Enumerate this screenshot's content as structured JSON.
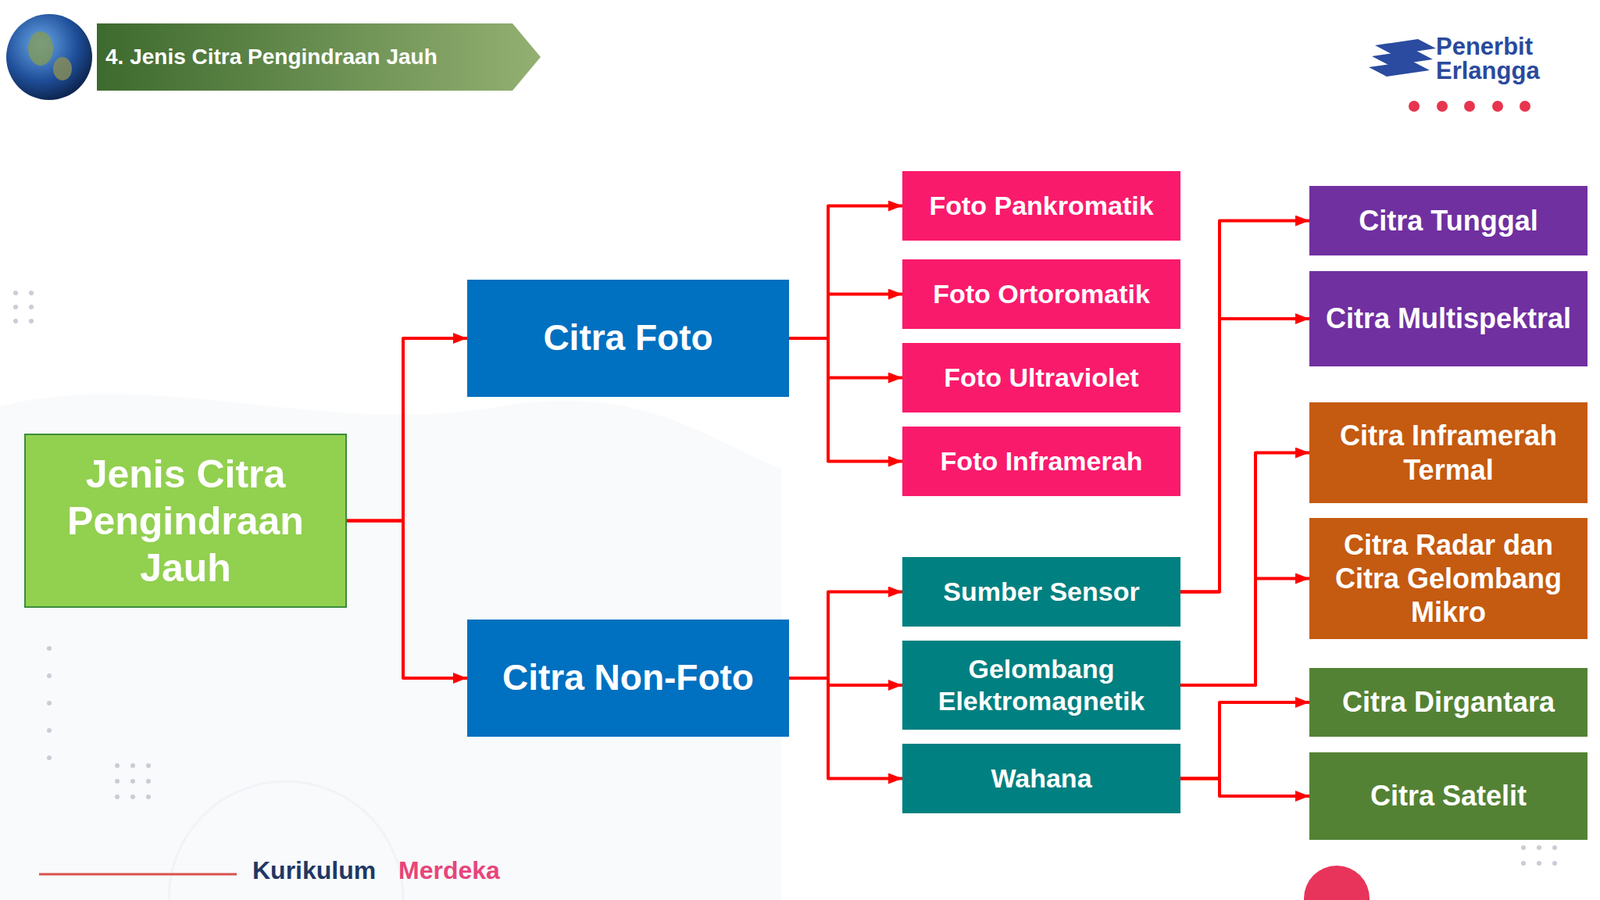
{
  "diagram": {
    "title": "4. Jenis Citra Pengindraan Jauh",
    "nodes": [
      {
        "text": [
          "Jenis Citra Pengindraan Jauh"
        ]
      },
      {
        "text": [
          "Citra Foto"
        ]
      },
      {
        "text": [
          "Citra Non-Foto"
        ]
      },
      {
        "text": [
          "Foto Pankromatik"
        ]
      },
      {
        "text": [
          "Foto Ortoromatik"
        ]
      },
      {
        "text": [
          "Foto Ultraviolet"
        ]
      },
      {
        "text": [
          "Foto Inframerah"
        ]
      },
      {
        "text": [
          "Sumber Sensor"
        ]
      },
      {
        "text": [
          "Gelombang Elektromagnetik"
        ]
      },
      {
        "text": [
          "Wahana"
        ]
      },
      {
        "text": [
          "Citra Tunggal"
        ]
      },
      {
        "text": [
          "Citra Multispektral"
        ]
      },
      {
        "text": [
          "Citra Inframerah Termal"
        ]
      },
      {
        "text": [
          "Citra Radar dan Citra Gelombang Mikro"
        ]
      },
      {
        "text": [
          "Citra Dirgantara"
        ]
      },
      {
        "text": [
          "Citra Satelit"
        ]
      }
    ],
    "edges": [
      {
        "from": 0,
        "to": 1,
        "arrow": "to"
      },
      {
        "from": 0,
        "to": 2,
        "arrow": "to"
      },
      {
        "from": 1,
        "to": 3,
        "arrow": "to"
      },
      {
        "from": 1,
        "to": 4,
        "arrow": "to"
      },
      {
        "from": 1,
        "to": 5,
        "arrow": "to"
      },
      {
        "from": 1,
        "to": 6,
        "arrow": "to"
      },
      {
        "from": 2,
        "to": 7,
        "arrow": "to"
      },
      {
        "from": 2,
        "to": 8,
        "arrow": "to"
      },
      {
        "from": 2,
        "to": 9,
        "arrow": "to"
      },
      {
        "from": 7,
        "to": 10,
        "arrow": "to"
      },
      {
        "from": 7,
        "to": 11,
        "arrow": "to"
      },
      {
        "from": 8,
        "to": 12,
        "arrow": "to"
      },
      {
        "from": 8,
        "to": 13,
        "arrow": "to"
      },
      {
        "from": 9,
        "to": 14,
        "arrow": "to"
      },
      {
        "from": 9,
        "to": 15,
        "arrow": "to"
      }
    ],
    "labels": [
      "Penerbit Erlangga",
      "Kurikulum",
      "Merdeka"
    ]
  }
}
